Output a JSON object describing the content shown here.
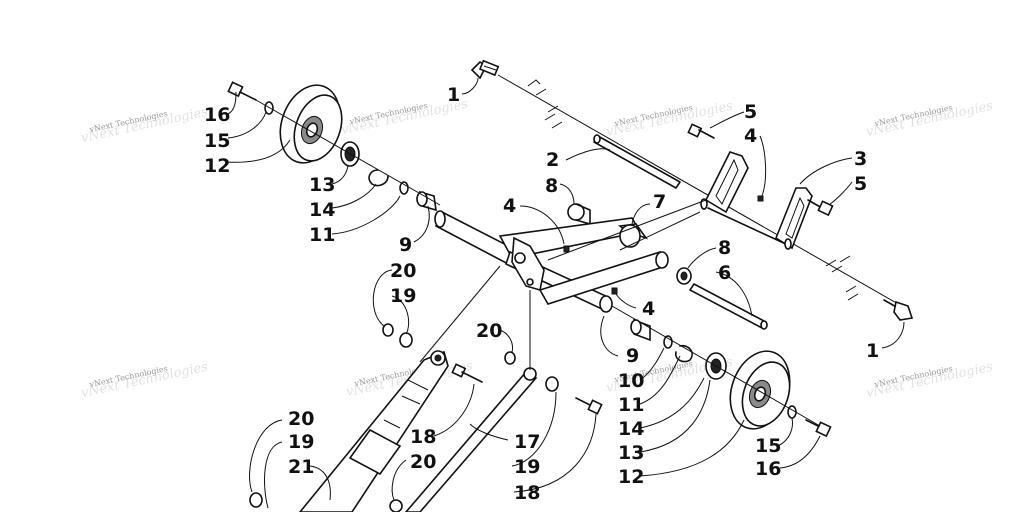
{
  "watermark": {
    "text": "vNext Technologies"
  },
  "callouts": [
    {
      "id": "c1a",
      "text": "1"
    },
    {
      "id": "c1b",
      "text": "1"
    },
    {
      "id": "c2",
      "text": "2"
    },
    {
      "id": "c3",
      "text": "3"
    },
    {
      "id": "c4a",
      "text": "4"
    },
    {
      "id": "c4b",
      "text": "4"
    },
    {
      "id": "c4c",
      "text": "4"
    },
    {
      "id": "c5a",
      "text": "5"
    },
    {
      "id": "c5b",
      "text": "5"
    },
    {
      "id": "c6",
      "text": "6"
    },
    {
      "id": "c7",
      "text": "7"
    },
    {
      "id": "c8a",
      "text": "8"
    },
    {
      "id": "c8b",
      "text": "8"
    },
    {
      "id": "c9a",
      "text": "9"
    },
    {
      "id": "c9b",
      "text": "9"
    },
    {
      "id": "c10",
      "text": "10"
    },
    {
      "id": "c11a",
      "text": "11"
    },
    {
      "id": "c11b",
      "text": "11"
    },
    {
      "id": "c12a",
      "text": "12"
    },
    {
      "id": "c12b",
      "text": "12"
    },
    {
      "id": "c13a",
      "text": "13"
    },
    {
      "id": "c13b",
      "text": "13"
    },
    {
      "id": "c14a",
      "text": "14"
    },
    {
      "id": "c14b",
      "text": "14"
    },
    {
      "id": "c15a",
      "text": "15"
    },
    {
      "id": "c15b",
      "text": "15"
    },
    {
      "id": "c16a",
      "text": "16"
    },
    {
      "id": "c16b",
      "text": "16"
    },
    {
      "id": "c17",
      "text": "17"
    },
    {
      "id": "c18a",
      "text": "18"
    },
    {
      "id": "c18b",
      "text": "18"
    },
    {
      "id": "c19a",
      "text": "19"
    },
    {
      "id": "c19b",
      "text": "19"
    },
    {
      "id": "c19c",
      "text": "19"
    },
    {
      "id": "c20a",
      "text": "20"
    },
    {
      "id": "c20b",
      "text": "20"
    },
    {
      "id": "c20c",
      "text": "20"
    },
    {
      "id": "c20d",
      "text": "20"
    },
    {
      "id": "c21",
      "text": "21"
    }
  ]
}
